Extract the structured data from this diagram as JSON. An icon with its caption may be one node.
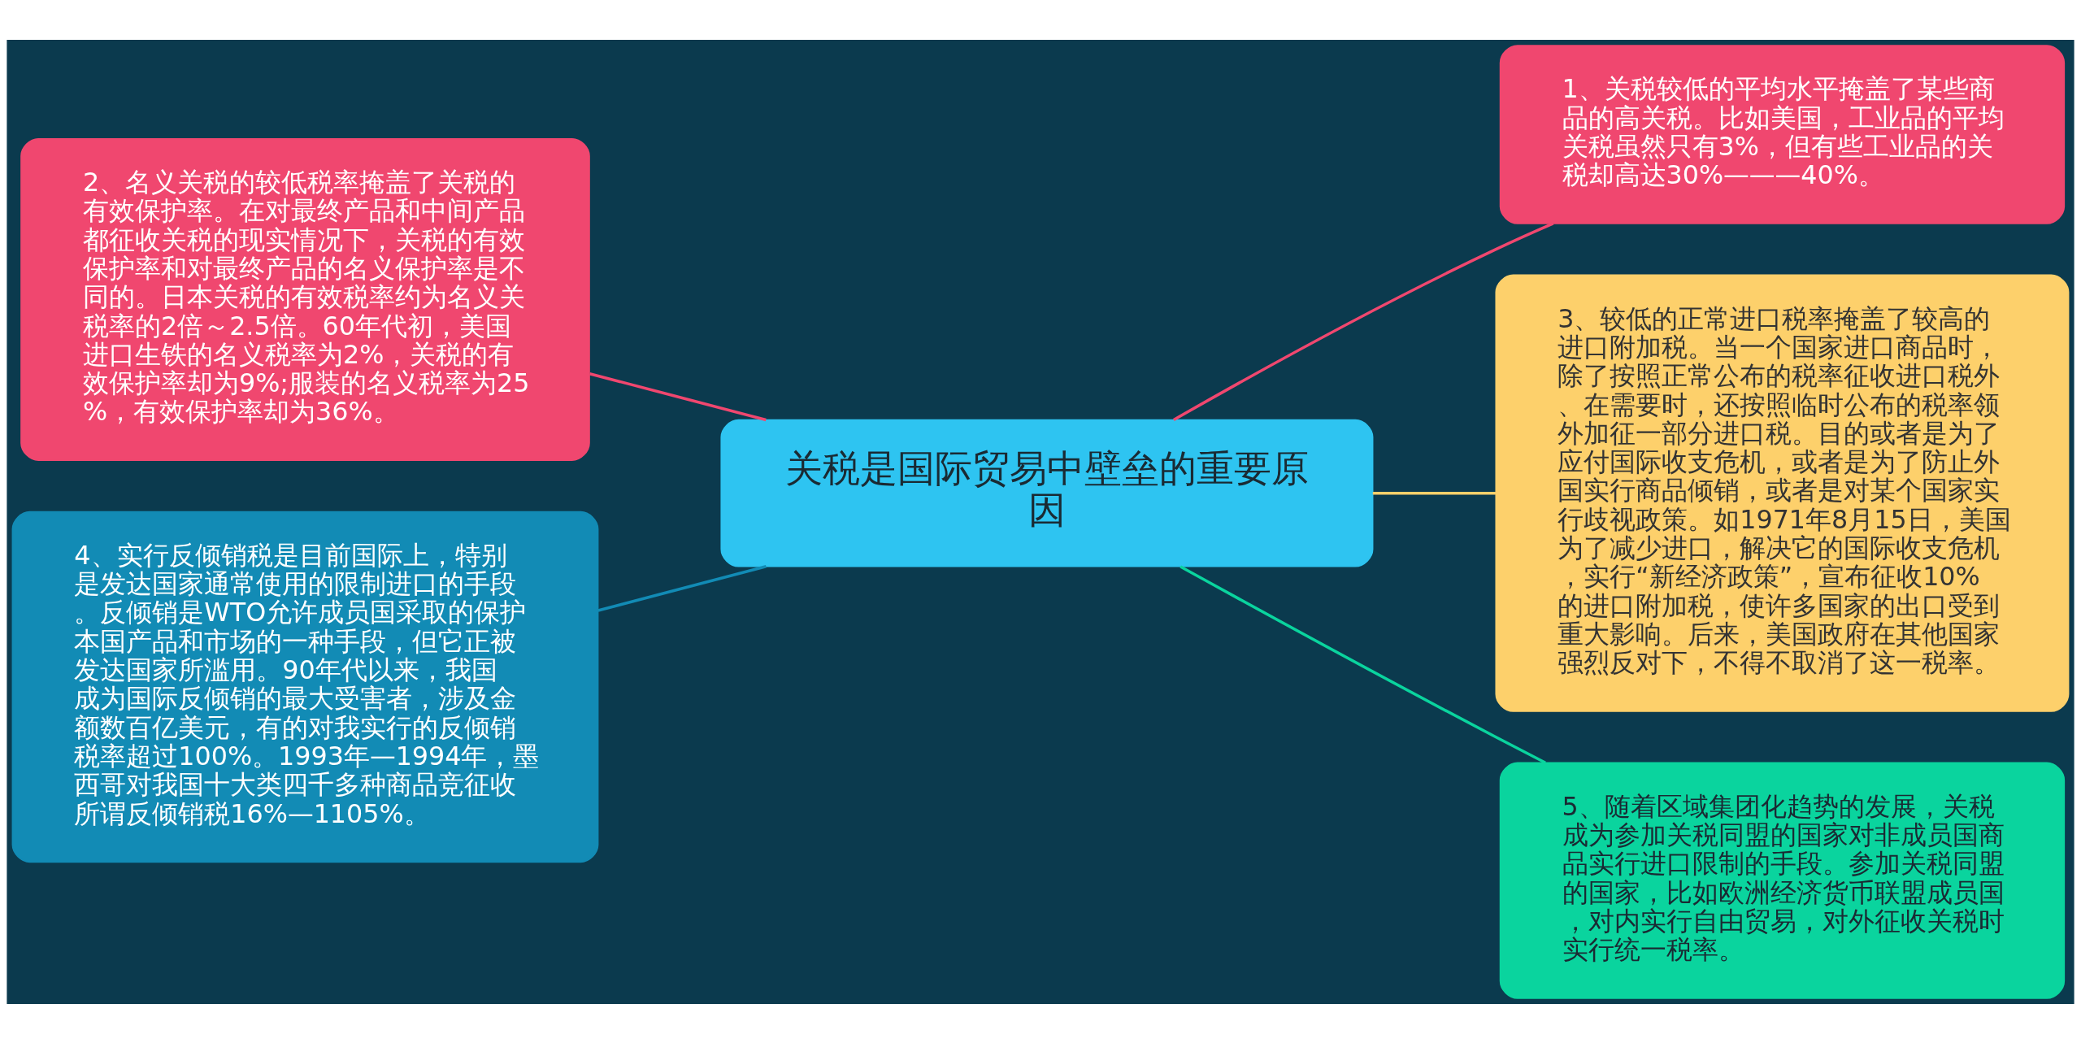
{
  "diagram": {
    "nodes": [
      {
        "text": [
          "关税是国际贸易中壁垒的重要原因"
        ]
      },
      {
        "text": [
          "1、关税较低的平均水平掩盖了某些商品的高关税。比如美国，工业品的平均关税虽然只有3%，但有些工业品的关税却高达30%———40%。"
        ]
      },
      {
        "text": [
          "2、名义关税的较低税率掩盖了关税的有效保护率。在对最终产品和中间产品都征收关税的现实情况下，关税的有效保护率和对最终产品的名义保护率是不同的。日本关税的有效税率约为名义关税率的2倍～2.5倍。60年代初，美国进口生铁的名义税率为2%，关税的有效保护率却为9%;服装的名义税率为25%，有效保护率却为36%。"
        ]
      },
      {
        "text": [
          "3、较低的正常进口税率掩盖了较高的进口附加税。当一个国家进口商品时，除了按照正常公布的税率征收进口税外、在需要时，还按照临时公布的税率领外加征一部分进口税。目的或者是为了应付国际收支危机，或者是为了防止外国实行商品倾销，或者是对某个国家实行歧视政策。如1971年8月15日，美国为了减少进口，解决它的国际收支危机，实行“新经济政策”，宣布征收10%的进口附加税，使许多国家的出口受到重大影响。后来，美国政府在其他国家强烈反对下，不得不取消了这一税率。"
        ]
      },
      {
        "text": [
          "4、实行反倾销税是目前国际上，特别是发达国家通常使用的限制进口的手段。反倾销是WTO允许成员国采取的保护本国产品和市场的一种手段，但它正被发达国家所滥用。90年代以来，我国成为国际反倾销的最大受害者，涉及金额数百亿美元，有的对我实行的反倾销税率超过100%。1993年—1994年，墨西哥对我国十大类四千多种商品竞征收所谓反倾销税16%—1105%。"
        ]
      },
      {
        "text": [
          "5、随着区域集团化趋势的发展，关税成为参加关税同盟的国家对非成员国商品实行进口限制的手段。参加关税同盟的国家，比如欧洲经济货币联盟成员国，对内实行自由贸易，对外征收关税时实行统一税率。"
        ]
      }
    ],
    "edges": [
      {
        "from": 0,
        "to": 1,
        "arrow": "none",
        "color": "#f0476f"
      },
      {
        "from": 0,
        "to": 2,
        "arrow": "none",
        "color": "#f0476f"
      },
      {
        "from": 0,
        "to": 3,
        "arrow": "none",
        "color": "#fdd06b"
      },
      {
        "from": 0,
        "to": 4,
        "arrow": "none",
        "color": "#128bb5"
      },
      {
        "from": 0,
        "to": 5,
        "arrow": "none",
        "color": "#0ad49e"
      }
    ]
  }
}
